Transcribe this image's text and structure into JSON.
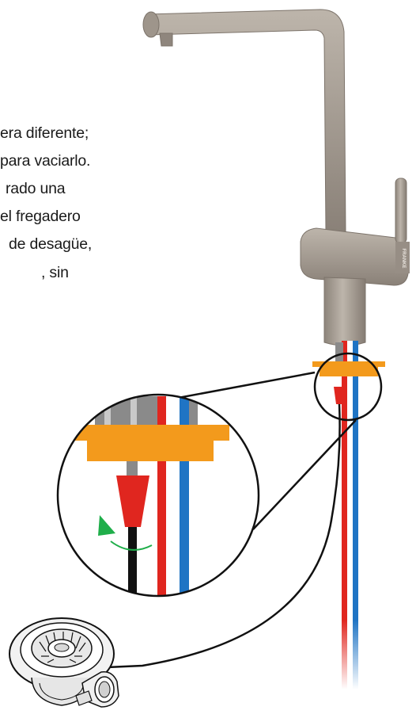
{
  "text_lines": [
    "era diferente;",
    "para vaciarlo.",
    "rado una",
    "el fregadero",
    "de desagüe,",
    ", sin"
  ],
  "faucet_brand_text": "FRANKE",
  "colors": {
    "faucet_metal": "#a89f95",
    "faucet_shadow": "#7d746b",
    "mount_orange": "#f39a1c",
    "hot_pipe": "#e0261f",
    "cold_pipe": "#1f74c4",
    "drain_cord": "#111111",
    "rotate_arrow": "#1fae4a",
    "grey_pipe": "#8a8a8a"
  },
  "icons": {
    "rotate_arrow": "rotate-clockwise-arrow-icon",
    "sink_drain": "sink-drain-strainer-icon"
  }
}
